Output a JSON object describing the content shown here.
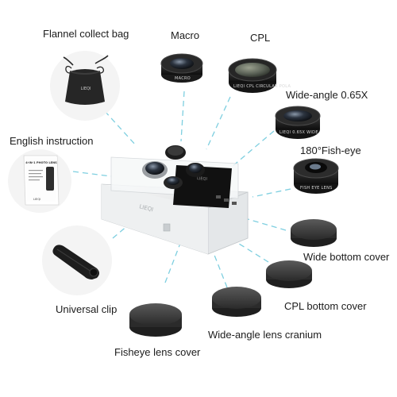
{
  "labels": {
    "flannel_bag": "Flannel collect bag",
    "macro": "Macro",
    "cpl": "CPL",
    "wide_angle": "Wide-angle 0.65X",
    "english_instruction": "English instruction",
    "fisheye": "180°Fish-eye",
    "wide_bottom_cover": "Wide bottom cover",
    "universal_clip": "Universal clip",
    "cpl_bottom_cover": "CPL bottom cover",
    "wide_angle_cranium": "Wide-angle lens cranium",
    "fisheye_lens_cover": "Fisheye lens cover"
  },
  "product_markings": {
    "bag_logo": "LIEQI",
    "booklet_title": "4-IN-1 PHOTO LENS",
    "booklet_brand": "LIEQI",
    "macro_ring": "MACRO",
    "cpl_ring": "LIEQI CPL CIRCULAR POLA",
    "wide_ring": "LIEQI 0.65X WIDE",
    "fisheye_ring": "FISH EYE LENS",
    "box_side": "LIEQI",
    "phone_brand": "LIEQI"
  },
  "colors": {
    "callout_line": "#7ecfe0",
    "lens_body": "#1e1e1e",
    "cover_body": "#3a3a3a"
  }
}
